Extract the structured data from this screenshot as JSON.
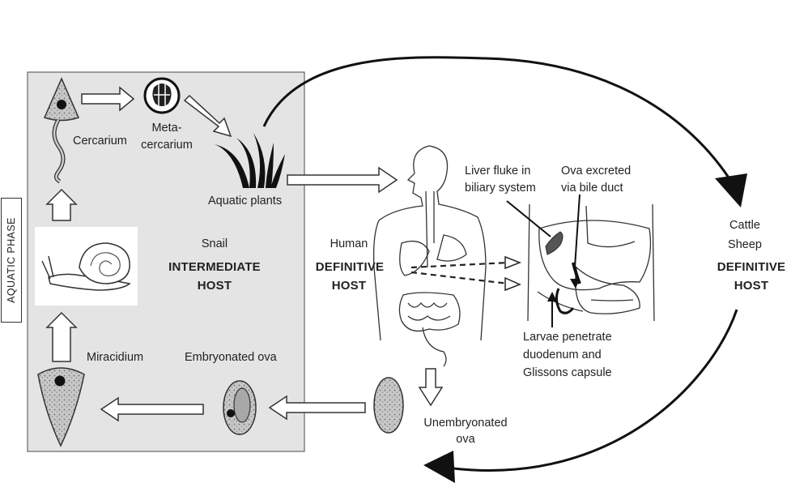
{
  "aquatic_phase": "AQUATIC PHASE",
  "stages": {
    "cercarium": "Cercarium",
    "metacercarium_1": "Meta-",
    "metacercarium_2": "cercarium",
    "aquatic_plants": "Aquatic plants",
    "miracidium": "Miracidium",
    "embryonated_ova": "Embryonated ova",
    "unembryonated_1": "Unembryonated",
    "unembryonated_2": "ova"
  },
  "snail": {
    "name": "Snail",
    "role_1": "INTERMEDIATE",
    "role_2": "HOST"
  },
  "human": {
    "name": "Human",
    "role_1": "DEFINITIVE",
    "role_2": "HOST"
  },
  "livestock": {
    "line_1": "Cattle",
    "line_2": "Sheep",
    "role_1": "DEFINITIVE",
    "role_2": "HOST"
  },
  "annotations": {
    "liver_fluke_1": "Liver fluke in",
    "liver_fluke_2": "biliary system",
    "ova_excreted_1": "Ova excreted",
    "ova_excreted_2": "via bile duct",
    "larvae_1": "Larvae penetrate",
    "larvae_2": "duodenum and",
    "larvae_3": "Glissons capsule"
  },
  "icons": [
    "cercarium-icon",
    "metacercarium-icon",
    "aquatic-plants-icon",
    "snail-icon",
    "miracidium-icon",
    "embryonated-ova-icon",
    "unembryonated-ova-icon",
    "human-body-icon",
    "liver-organs-icon"
  ]
}
